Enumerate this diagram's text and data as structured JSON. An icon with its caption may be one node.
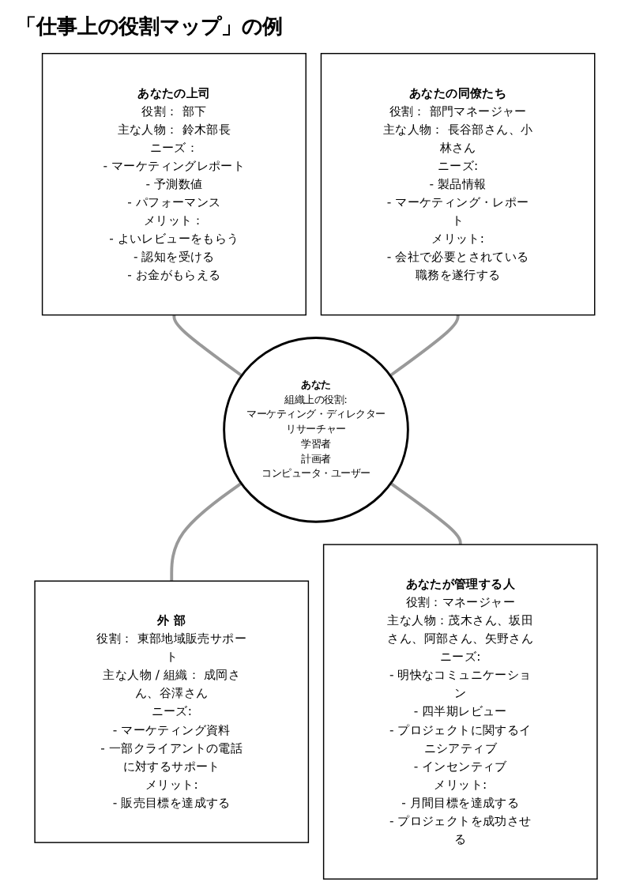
{
  "diagram": {
    "title": "「仕事上の役割マップ」の例",
    "nodes": [
      {
        "text": [
          "あなたの上司",
          "役割： 部下",
          "主な人物： 鈴木部長",
          "ニーズ：",
          "- マーケティングレポート",
          "- 予測数値",
          "- パフォーマンス",
          "メリット：",
          "- よいレビューをもらう",
          "- 認知を受ける",
          "- お金がもらえる"
        ]
      },
      {
        "text": [
          "あなたの同僚たち",
          "役割： 部門マネージャー",
          "主な人物： 長谷部さん、小林さん",
          "ニーズ:",
          "- 製品情報",
          "- マーケティング・レポート",
          "メリット:",
          "- 会社で必要とされている職務を遂行する"
        ]
      },
      {
        "text": [
          "あなた",
          "組織上の役割:",
          "マーケティング・ディレクター",
          "リサーチャー",
          "学習者",
          "計画者",
          "コンピュータ・ユーザー"
        ]
      },
      {
        "text": [
          "外 部",
          "役割： 東部地域販売サポート",
          "主な人物 / 組織： 成岡さん、谷澤さん",
          "ニーズ:",
          "- マーケティング資料",
          "- 一部クライアントの電話に対するサポート",
          "メリット:",
          "- 販売目標を達成する"
        ]
      },
      {
        "text": [
          "あなたが管理する人",
          "役割：マネージャー",
          "主な人物：茂木さん、坂田さん、阿部さん、矢野さん",
          "ニーズ:",
          "- 明快なコミュニケーション",
          "- 四半期レビュー",
          "- プロジェクトに関するイニシアティブ",
          "- インセンティブ",
          "メリット:",
          "- 月間目標を達成する",
          "- プロジェクトを成功させる"
        ]
      }
    ],
    "edges": [
      {
        "from": 0,
        "to": 2,
        "arrow": "none"
      },
      {
        "from": 1,
        "to": 2,
        "arrow": "none"
      },
      {
        "from": 2,
        "to": 3,
        "arrow": "none"
      },
      {
        "from": 2,
        "to": 4,
        "arrow": "none"
      }
    ]
  }
}
